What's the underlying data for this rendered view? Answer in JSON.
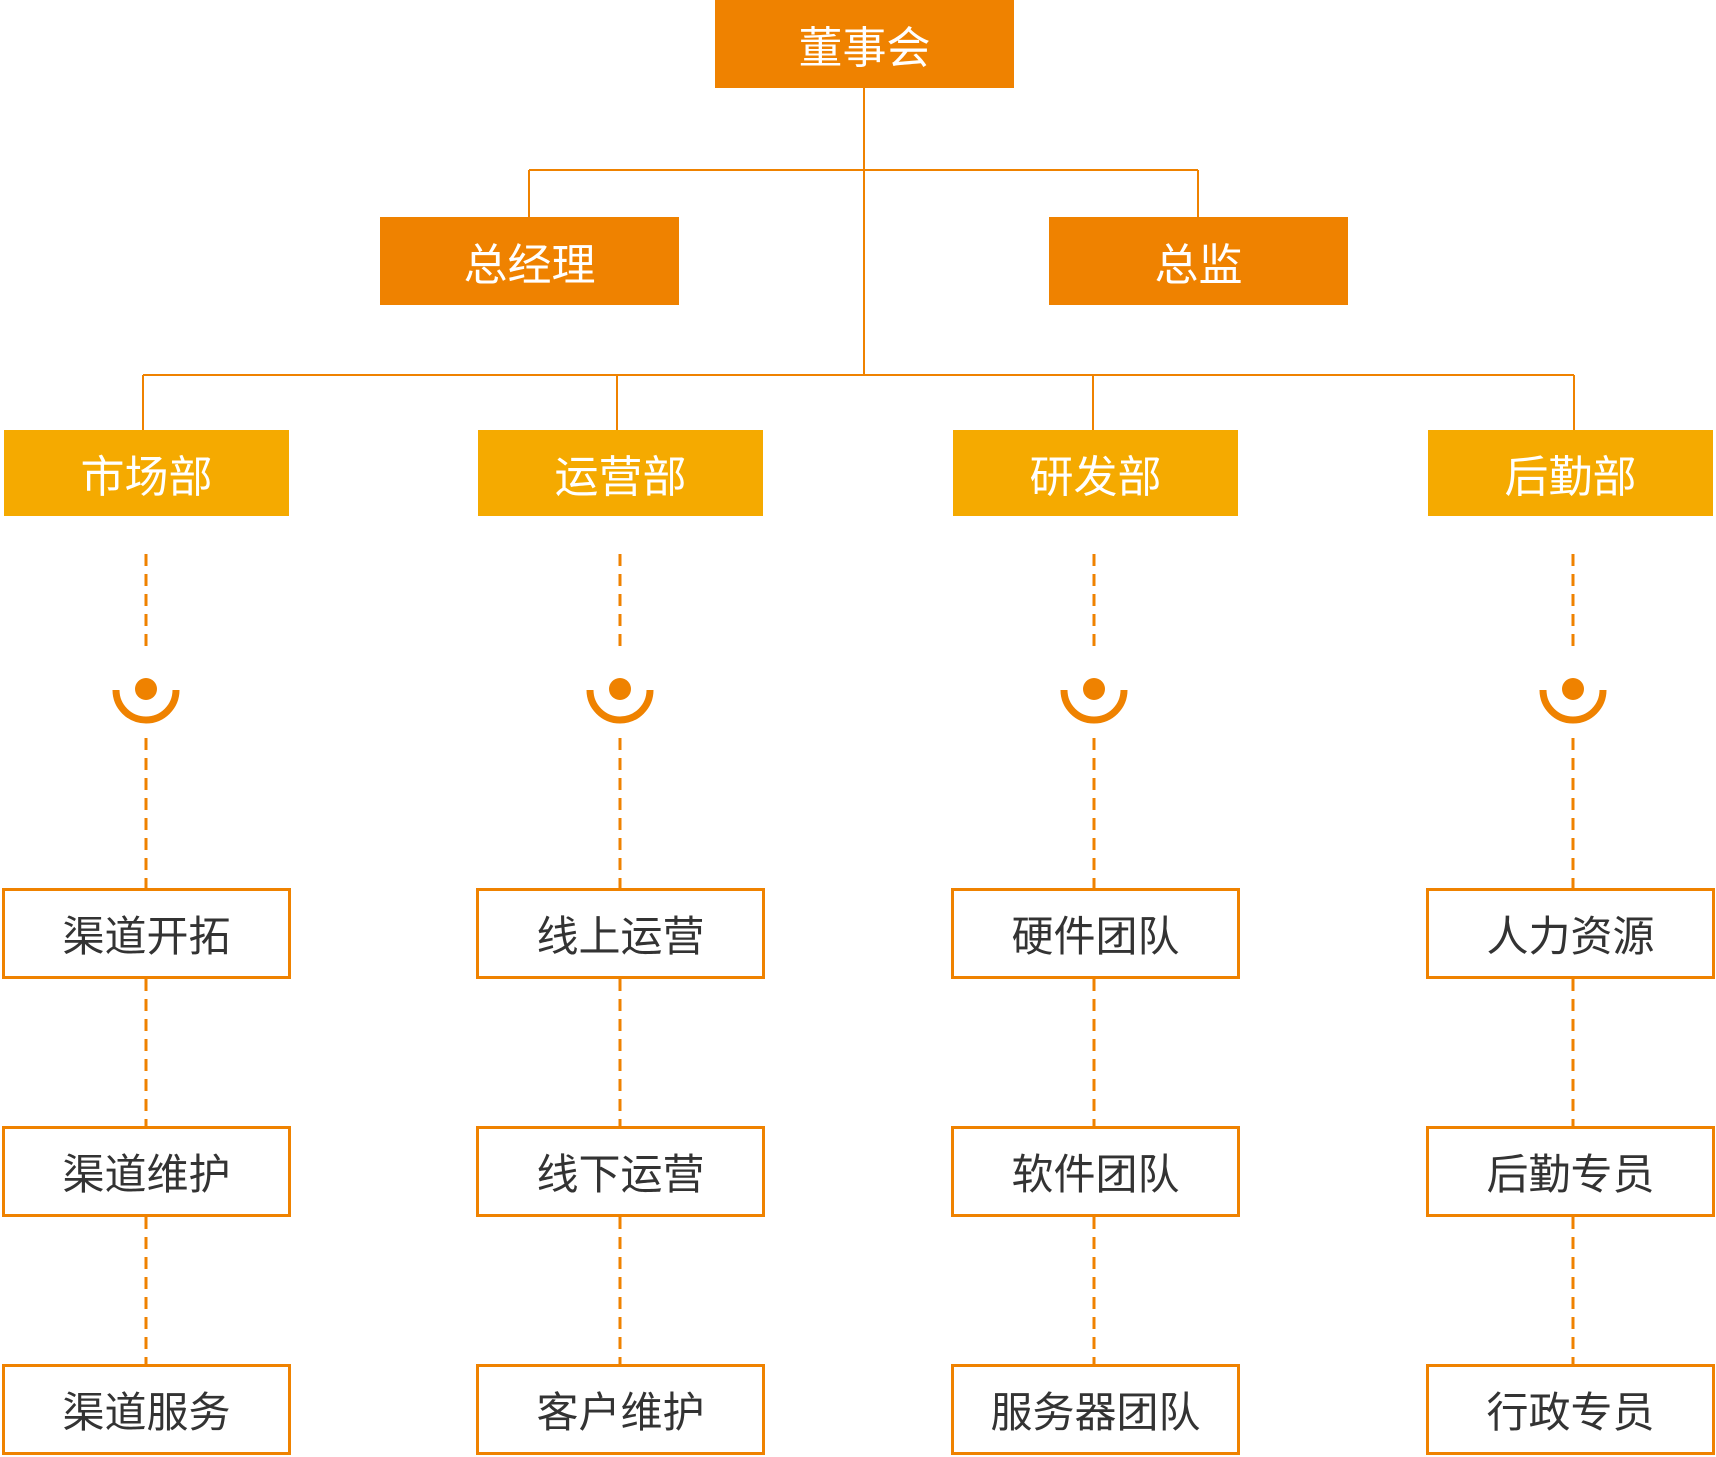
{
  "colors": {
    "dark_orange": "#ef8200",
    "amber": "#f5aa00",
    "text_dark": "#333333",
    "white": "#ffffff"
  },
  "board": {
    "label": "董事会"
  },
  "executives": [
    {
      "label": "总经理"
    },
    {
      "label": "总监"
    }
  ],
  "departments": [
    {
      "label": "市场部",
      "icon": "person-icon",
      "units": [
        "渠道开拓",
        "渠道维护",
        "渠道服务"
      ]
    },
    {
      "label": "运营部",
      "icon": "person-icon",
      "units": [
        "线上运营",
        "线下运营",
        "客户维护"
      ]
    },
    {
      "label": "研发部",
      "icon": "person-icon",
      "units": [
        "硬件团队",
        "软件团队",
        "服务器团队"
      ]
    },
    {
      "label": "后勤部",
      "icon": "person-icon",
      "units": [
        "人力资源",
        "后勤专员",
        "行政专员"
      ]
    }
  ]
}
